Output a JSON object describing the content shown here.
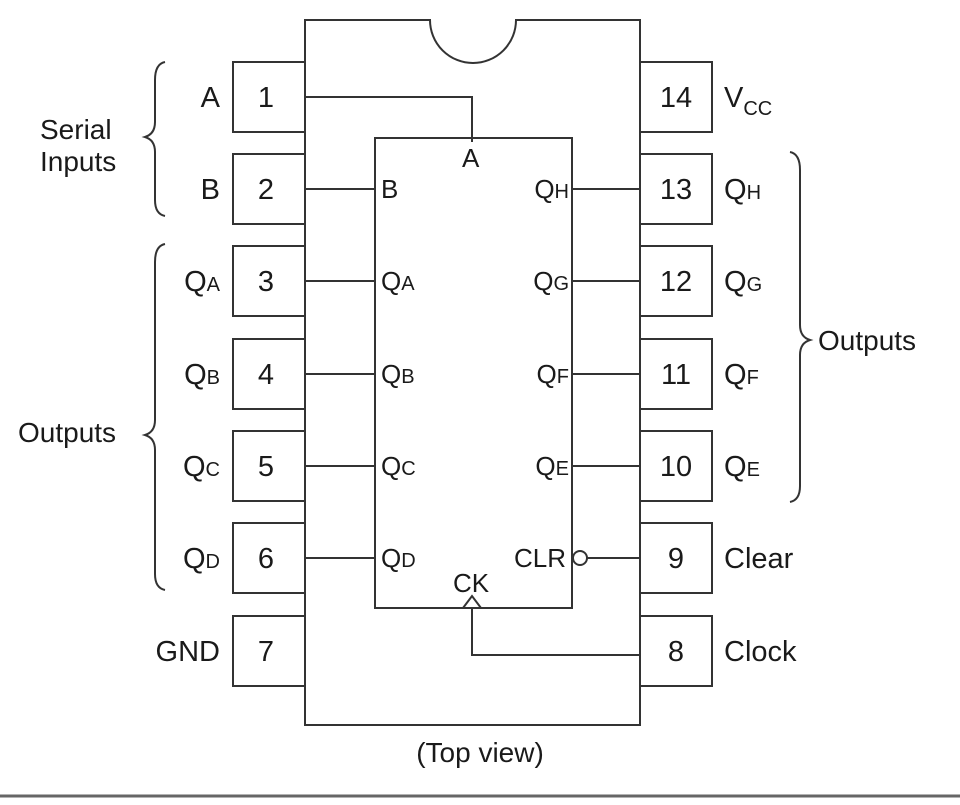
{
  "diagram": {
    "caption": "(Top view)",
    "colors": {
      "line": "#333333",
      "text": "#1a1a1a",
      "background": "#ffffff",
      "bottom_rule": "#666666"
    },
    "left_pins": [
      {
        "num": "1",
        "label": "A",
        "label_sub": ""
      },
      {
        "num": "2",
        "label": "B",
        "label_sub": ""
      },
      {
        "num": "3",
        "label": "Q",
        "label_sub": "A"
      },
      {
        "num": "4",
        "label": "Q",
        "label_sub": "B"
      },
      {
        "num": "5",
        "label": "Q",
        "label_sub": "C"
      },
      {
        "num": "6",
        "label": "Q",
        "label_sub": "D"
      },
      {
        "num": "7",
        "label": "GND",
        "label_sub": ""
      }
    ],
    "right_pins": [
      {
        "num": "14",
        "label": "V",
        "label_sub": "CC"
      },
      {
        "num": "13",
        "label": "Q",
        "label_sub": "H"
      },
      {
        "num": "12",
        "label": "Q",
        "label_sub": "G"
      },
      {
        "num": "11",
        "label": "Q",
        "label_sub": "F"
      },
      {
        "num": "10",
        "label": "Q",
        "label_sub": "E"
      },
      {
        "num": "9",
        "label": "Clear",
        "label_sub": ""
      },
      {
        "num": "8",
        "label": "Clock",
        "label_sub": ""
      }
    ],
    "inner_labels": {
      "a": "A",
      "b": "B",
      "left_outputs": [
        {
          "label": "Q",
          "sub": "A"
        },
        {
          "label": "Q",
          "sub": "B"
        },
        {
          "label": "Q",
          "sub": "C"
        },
        {
          "label": "Q",
          "sub": "D"
        }
      ],
      "right_outputs": [
        {
          "label": "Q",
          "sub": "H"
        },
        {
          "label": "Q",
          "sub": "G"
        },
        {
          "label": "Q",
          "sub": "F"
        },
        {
          "label": "Q",
          "sub": "E"
        }
      ],
      "clr": "CLR",
      "ck": "CK"
    },
    "groups": {
      "serial_inputs": [
        "Serial",
        "Inputs"
      ],
      "left_outputs": "Outputs",
      "right_outputs": "Outputs"
    }
  }
}
